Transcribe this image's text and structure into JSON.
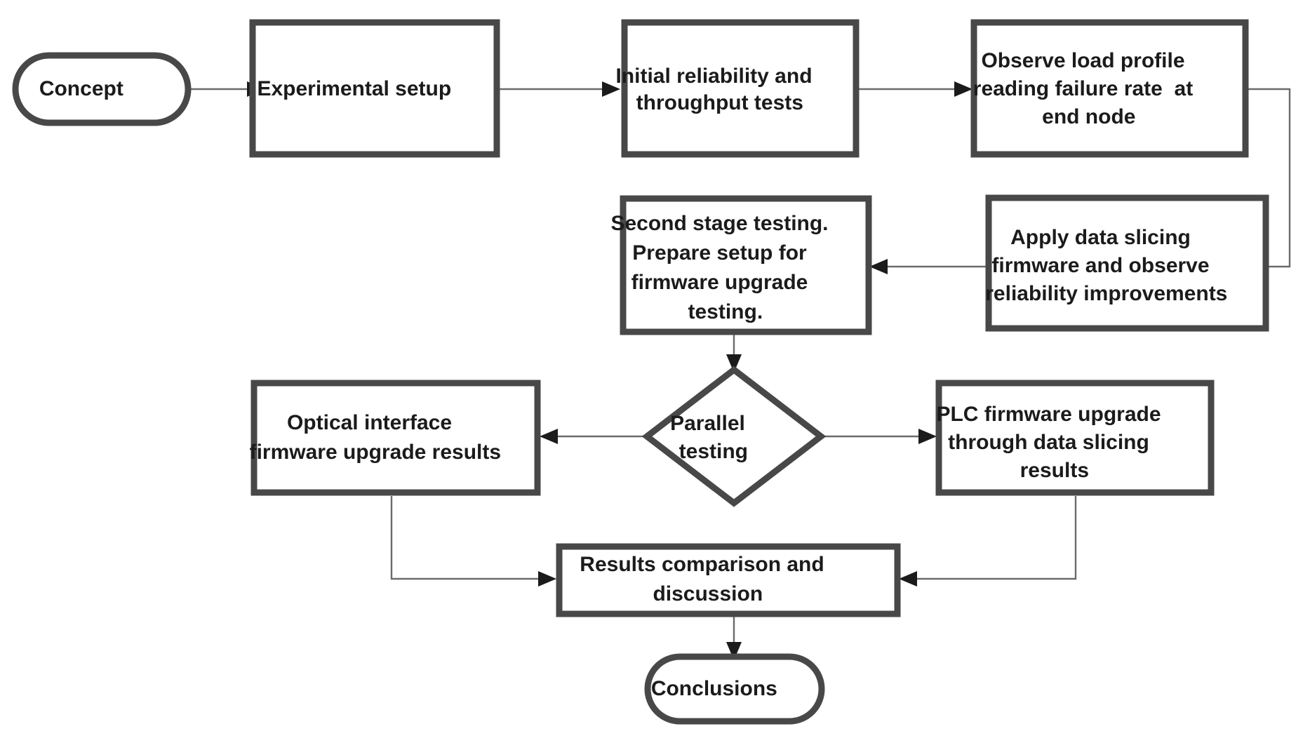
{
  "diagram": {
    "title": "Research methodology flowchart",
    "background_color": "#ffffff",
    "node_fill": "#ffffff",
    "node_stroke": "#484848",
    "connector_color": "#6b6b6b",
    "text_color": "#1b1b1b",
    "nodes": {
      "concept": {
        "shape": "terminator",
        "lines": [
          "Concept"
        ],
        "text": "Concept"
      },
      "experimental_setup": {
        "shape": "process",
        "lines": [
          "Experimental setup"
        ],
        "text": "Experimental setup"
      },
      "initial_tests": {
        "shape": "process",
        "lines": [
          "Initial reliability and",
          "throughput tests"
        ],
        "text": "Initial reliability and throughput tests"
      },
      "observe_load_profile": {
        "shape": "process",
        "lines": [
          "Observe load profile",
          "reading failure rate  at",
          "end node"
        ],
        "text": "Observe load profile reading failure rate  at end node"
      },
      "apply_data_slicing": {
        "shape": "process",
        "lines": [
          "Apply data slicing",
          "firmware and observe",
          "reliability improvements"
        ],
        "text": "Apply data slicing firmware and observe reliability improvements"
      },
      "second_stage_testing": {
        "shape": "process",
        "lines": [
          "Second stage testing.",
          "Prepare setup for",
          "firmware upgrade",
          "testing."
        ],
        "text": "Second stage testing. Prepare setup for firmware upgrade testing."
      },
      "parallel_testing": {
        "shape": "decision",
        "lines": [
          "Parallel",
          "testing"
        ],
        "text": "Parallel testing"
      },
      "optical_interface_results": {
        "shape": "process",
        "lines": [
          "Optical interface",
          "firmware upgrade results"
        ],
        "text": "Optical interface firmware upgrade results"
      },
      "plc_firmware_results": {
        "shape": "process",
        "lines": [
          "PLC firmware upgrade",
          "through data slicing",
          "results"
        ],
        "text": "PLC firmware upgrade through data slicing results"
      },
      "results_comparison": {
        "shape": "process",
        "lines": [
          "Results comparison and",
          "discussion"
        ],
        "text": "Results comparison and discussion"
      },
      "conclusions": {
        "shape": "terminator",
        "lines": [
          "Conclusions"
        ],
        "text": "Conclusions"
      }
    },
    "edges": [
      {
        "id": "concept-to-setup",
        "from": "concept",
        "to": "experimental_setup",
        "style": "straight-right"
      },
      {
        "id": "setup-to-initial-tests",
        "from": "experimental_setup",
        "to": "initial_tests",
        "style": "straight-right"
      },
      {
        "id": "initial-tests-to-observe",
        "from": "initial_tests",
        "to": "observe_load_profile",
        "style": "straight-right"
      },
      {
        "id": "observe-to-apply-slicing",
        "from": "observe_load_profile",
        "to": "apply_data_slicing",
        "style": "elbow-right-down-left"
      },
      {
        "id": "apply-slicing-to-second-stage",
        "from": "apply_data_slicing",
        "to": "second_stage_testing",
        "style": "straight-left"
      },
      {
        "id": "second-stage-to-parallel",
        "from": "second_stage_testing",
        "to": "parallel_testing",
        "style": "straight-down"
      },
      {
        "id": "parallel-to-optical",
        "from": "parallel_testing",
        "to": "optical_interface_results",
        "style": "straight-left"
      },
      {
        "id": "parallel-to-plc",
        "from": "parallel_testing",
        "to": "plc_firmware_results",
        "style": "straight-right"
      },
      {
        "id": "optical-to-results",
        "from": "optical_interface_results",
        "to": "results_comparison",
        "style": "elbow-down-right"
      },
      {
        "id": "plc-to-results",
        "from": "plc_firmware_results",
        "to": "results_comparison",
        "style": "elbow-down-left"
      },
      {
        "id": "results-to-conclusions",
        "from": "results_comparison",
        "to": "conclusions",
        "style": "straight-down"
      }
    ]
  }
}
